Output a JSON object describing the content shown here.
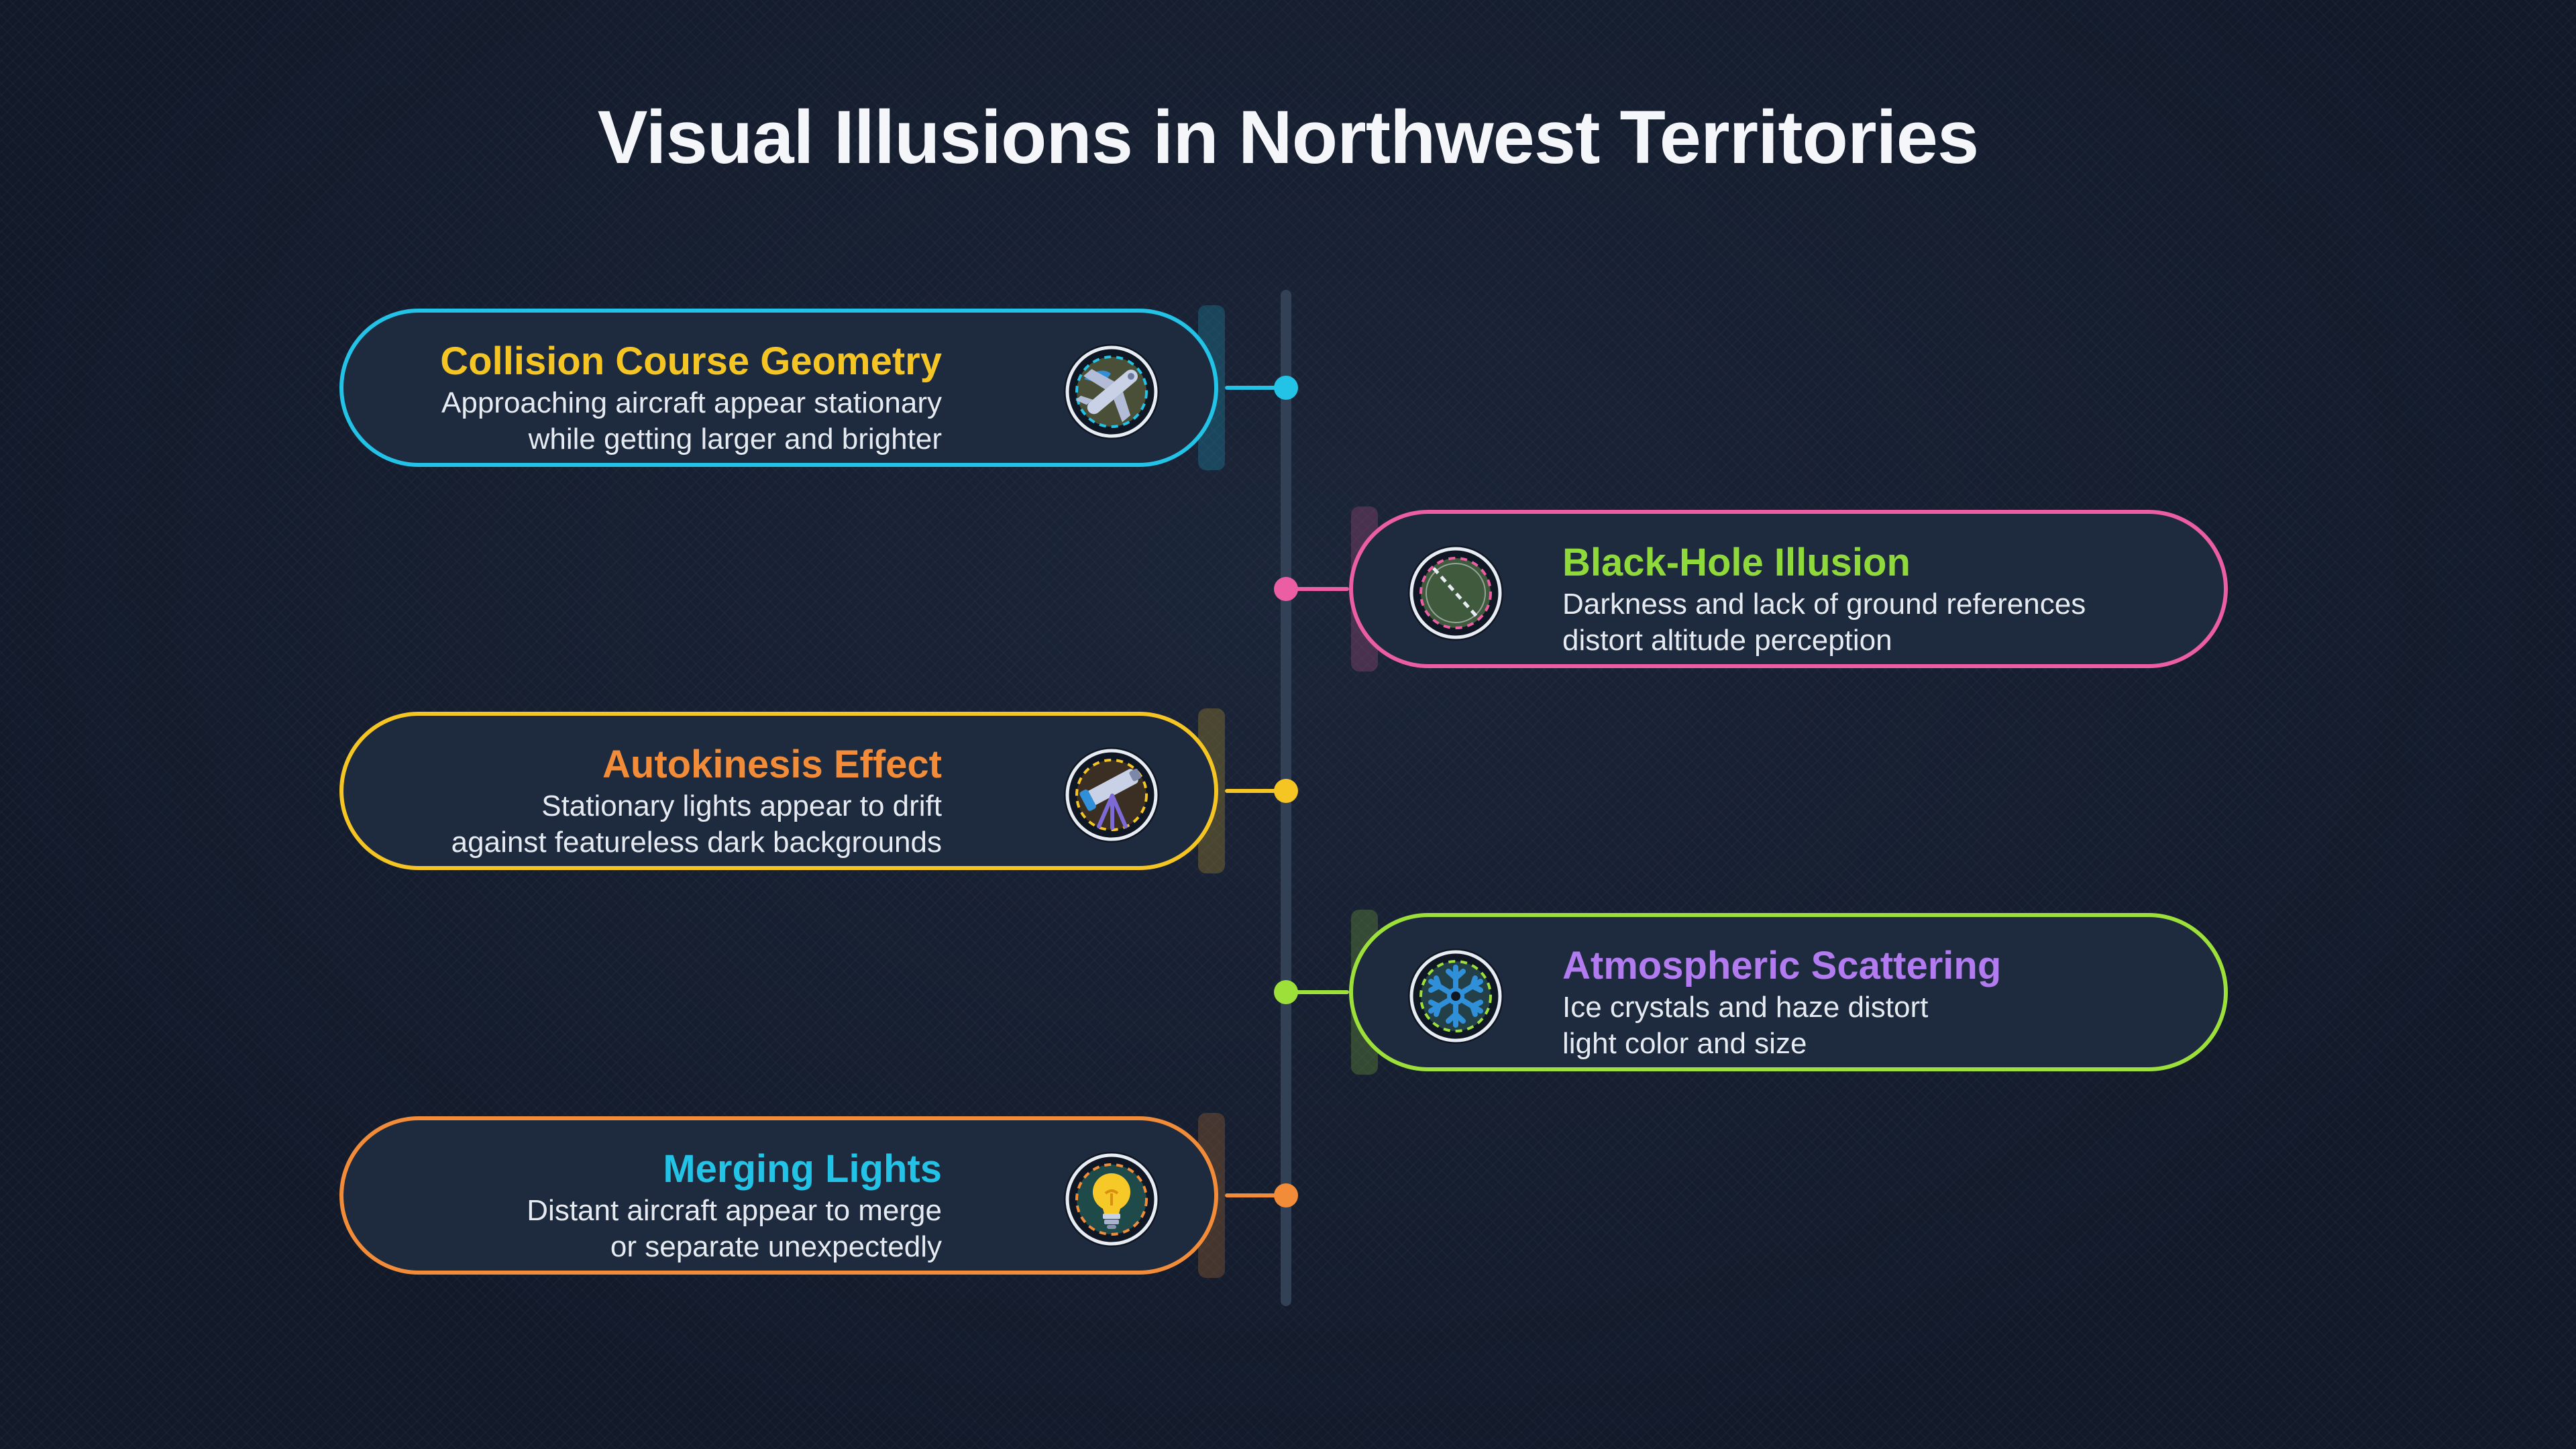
{
  "title": "Visual Illusions in Northwest Territories",
  "items": [
    {
      "heading": "Collision Course Geometry",
      "desc_line1": "Approaching aircraft appear stationary",
      "desc_line2": "while getting larger and brighter",
      "side": "left",
      "border_color": "#22c3e6",
      "heading_color": "#f5c524",
      "icon": "airplane-icon"
    },
    {
      "heading": "Black-Hole Illusion",
      "desc_line1": "Darkness and lack of ground references",
      "desc_line2": "distort altitude perception",
      "side": "right",
      "border_color": "#ec5ea3",
      "heading_color": "#8fd93a",
      "icon": "no-ground-reference-icon"
    },
    {
      "heading": "Autokinesis Effect",
      "desc_line1": "Stationary lights appear to drift",
      "desc_line2": "against featureless dark backgrounds",
      "side": "left",
      "border_color": "#f5c524",
      "heading_color": "#f28c38",
      "icon": "telescope-icon"
    },
    {
      "heading": "Atmospheric Scattering",
      "desc_line1": "Ice crystals and haze distort",
      "desc_line2": "light color and size",
      "side": "right",
      "border_color": "#9ee03a",
      "heading_color": "#b27cf0",
      "icon": "snowflake-icon"
    },
    {
      "heading": "Merging Lights",
      "desc_line1": "Distant aircraft appear to merge",
      "desc_line2": "or separate unexpectedly",
      "side": "left",
      "border_color": "#f28c38",
      "heading_color": "#22c3e6",
      "icon": "light-bulb-icon"
    }
  ]
}
